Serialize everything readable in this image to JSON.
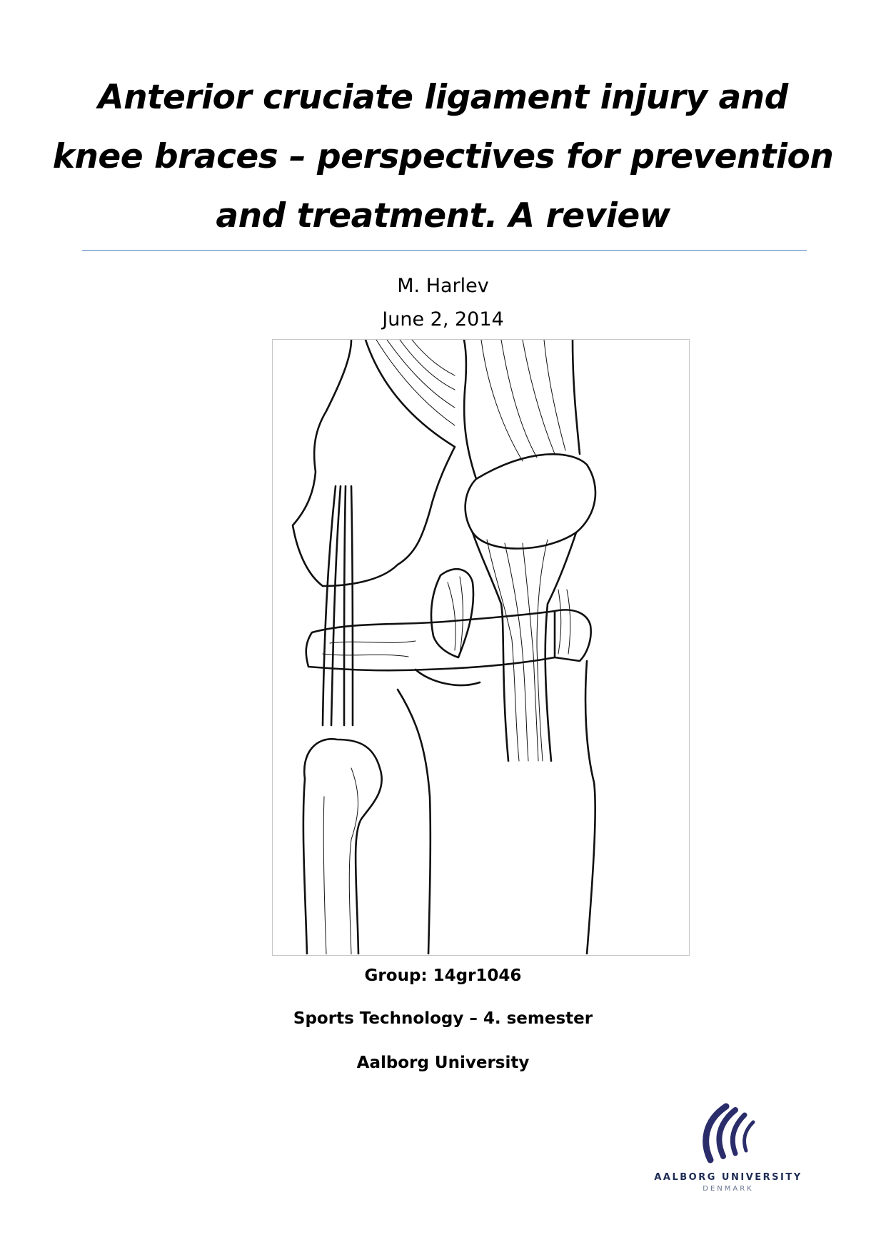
{
  "title": {
    "line1": "Anterior cruciate ligament injury and",
    "line2": "knee braces – perspectives for prevention",
    "line3": "and treatment. A review"
  },
  "author": "M. Harlev",
  "date": "June 2, 2014",
  "figure": {
    "description_icon": "knee-anatomy-illustration"
  },
  "info": {
    "group": "Group: 14gr1046",
    "course": "Sports Technology – 4. semester",
    "university": "Aalborg University"
  },
  "logo": {
    "name": "AALBORG UNIVERSITY",
    "country": "DENMARK",
    "color": "#2b2d6b"
  }
}
